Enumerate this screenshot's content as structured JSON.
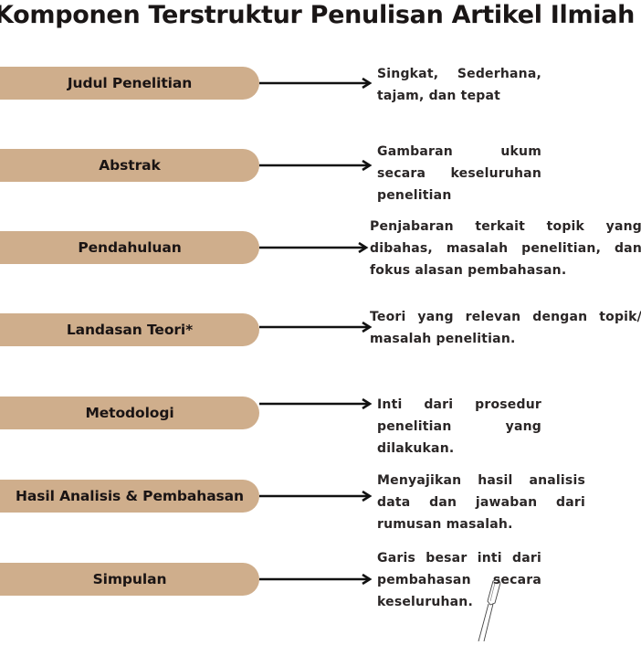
{
  "title": "Komponen Terstruktur Penulisan Artikel Ilmiah",
  "colors": {
    "pill": "#cfae8c",
    "text": "#1a1414",
    "arrow": "#111111",
    "background": "#ffffff"
  },
  "components": [
    {
      "label": "Judul Penelitian",
      "description": "Singkat, Sederhana, tajam, dan tepat"
    },
    {
      "label": "Abstrak",
      "description": "Gambaran ukum secara keseluruhan penelitian"
    },
    {
      "label": "Pendahuluan",
      "description": "Penjabaran terkait topik yang dibahas, masalah penelitian, dan fokus alasan pembahasan."
    },
    {
      "label": "Landasan Teori*",
      "description": "Teori yang relevan dengan topik/ masalah penelitian."
    },
    {
      "label": "Metodologi",
      "description": "Inti dari prosedur penelitian yang dilakukan."
    },
    {
      "label": "Hasil Analisis & Pembahasan",
      "description": "Menyajikan hasil analisis data dan jawaban dari rumusan masalah."
    },
    {
      "label": "Simpulan",
      "description": "Garis besar inti dari pembahasan secara keseluruhan."
    }
  ],
  "icons": {
    "arrow": "arrow-right-icon",
    "pen": "pen-annotation-icon"
  }
}
